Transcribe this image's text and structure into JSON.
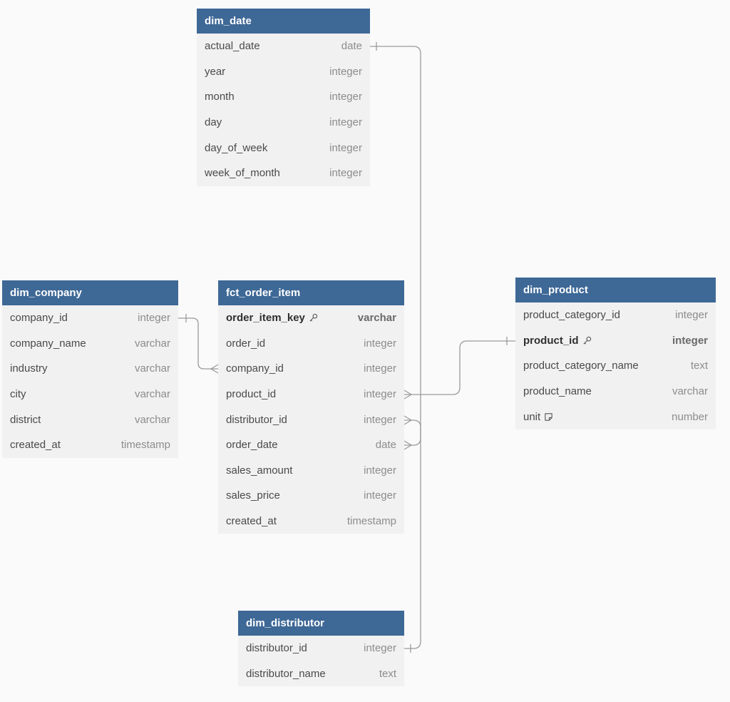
{
  "tables": {
    "dim_date": {
      "name": "dim_date",
      "fields": [
        {
          "name": "actual_date",
          "type": "date"
        },
        {
          "name": "year",
          "type": "integer"
        },
        {
          "name": "month",
          "type": "integer"
        },
        {
          "name": "day",
          "type": "integer"
        },
        {
          "name": "day_of_week",
          "type": "integer"
        },
        {
          "name": "week_of_month",
          "type": "integer"
        }
      ]
    },
    "dim_company": {
      "name": "dim_company",
      "fields": [
        {
          "name": "company_id",
          "type": "integer"
        },
        {
          "name": "company_name",
          "type": "varchar"
        },
        {
          "name": "industry",
          "type": "varchar"
        },
        {
          "name": "city",
          "type": "varchar"
        },
        {
          "name": "district",
          "type": "varchar"
        },
        {
          "name": "created_at",
          "type": "timestamp"
        }
      ]
    },
    "fct_order_item": {
      "name": "fct_order_item",
      "fields": [
        {
          "name": "order_item_key",
          "type": "varchar",
          "primary_key": true,
          "icon": "key-icon"
        },
        {
          "name": "order_id",
          "type": "integer"
        },
        {
          "name": "company_id",
          "type": "integer"
        },
        {
          "name": "product_id",
          "type": "integer"
        },
        {
          "name": "distributor_id",
          "type": "integer"
        },
        {
          "name": "order_date",
          "type": "date"
        },
        {
          "name": "sales_amount",
          "type": "integer"
        },
        {
          "name": "sales_price",
          "type": "integer"
        },
        {
          "name": "created_at",
          "type": "timestamp"
        }
      ]
    },
    "dim_product": {
      "name": "dim_product",
      "fields": [
        {
          "name": "product_category_id",
          "type": "integer"
        },
        {
          "name": "product_id",
          "type": "integer",
          "primary_key": true,
          "icon": "key-icon"
        },
        {
          "name": "product_category_name",
          "type": "text"
        },
        {
          "name": "product_name",
          "type": "varchar"
        },
        {
          "name": "unit",
          "type": "number",
          "icon": "note-icon"
        }
      ]
    },
    "dim_distributor": {
      "name": "dim_distributor",
      "fields": [
        {
          "name": "distributor_id",
          "type": "integer"
        },
        {
          "name": "distributor_name",
          "type": "text"
        }
      ]
    }
  },
  "relationships": [
    {
      "from": "fct_order_item.company_id",
      "to": "dim_company.company_id",
      "cardinality": "many-to-one"
    },
    {
      "from": "fct_order_item.product_id",
      "to": "dim_product.product_id",
      "cardinality": "many-to-one"
    },
    {
      "from": "fct_order_item.distributor_id",
      "to": "dim_distributor.distributor_id",
      "cardinality": "many-to-one"
    },
    {
      "from": "fct_order_item.order_date",
      "to": "dim_date.actual_date",
      "cardinality": "many-to-one"
    }
  ],
  "colors": {
    "header": "#3e6896",
    "body": "#f1f1f1",
    "background": "#fafafa",
    "connector": "#9a9a9a"
  }
}
